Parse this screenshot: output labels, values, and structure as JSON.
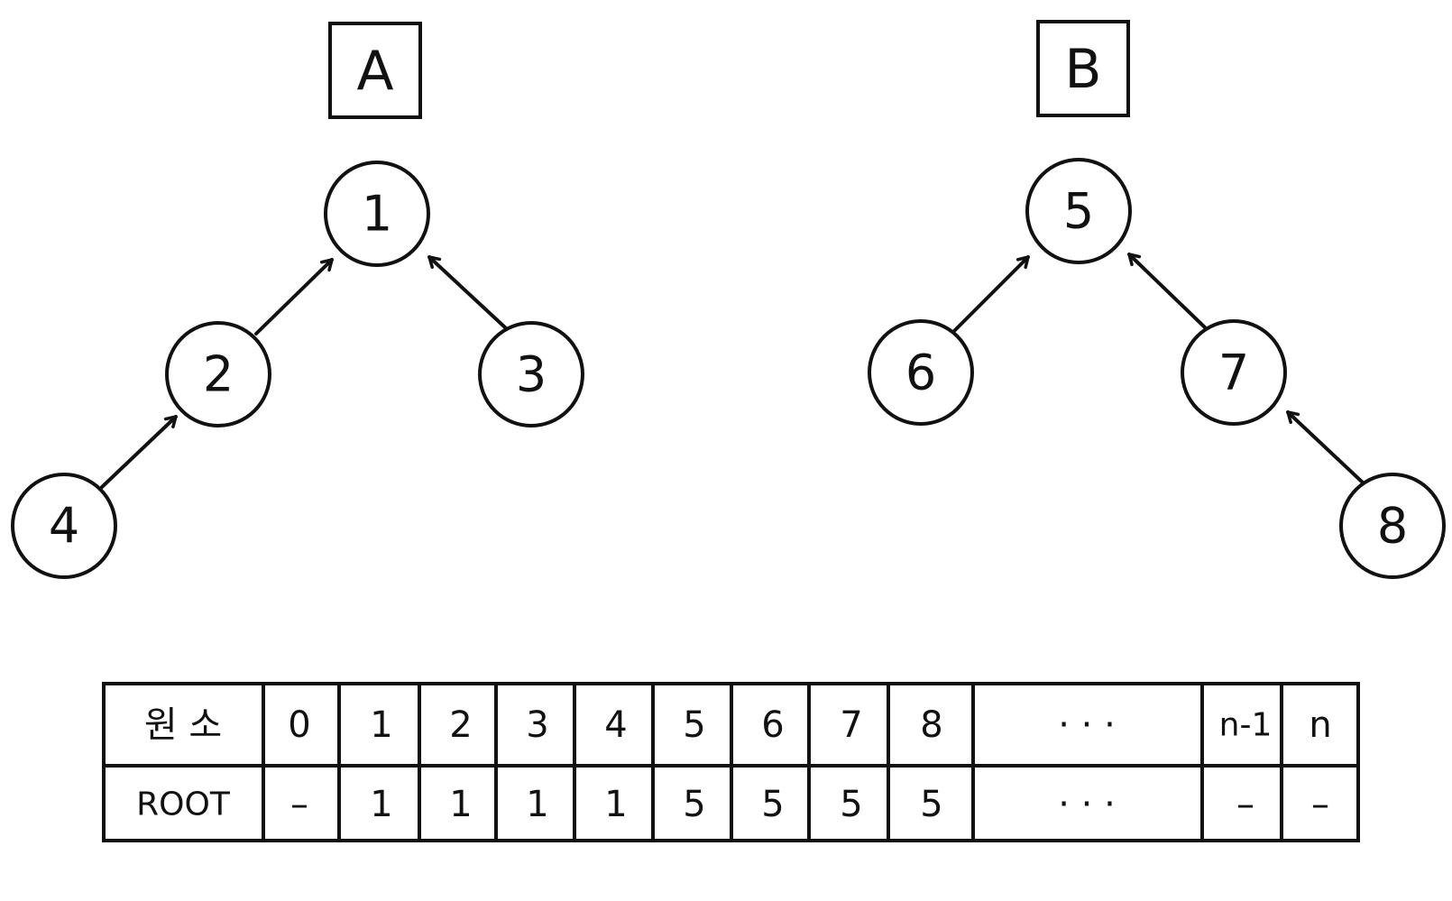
{
  "colors": {
    "ink": "#111111",
    "background": "#ffffff"
  },
  "trees": [
    {
      "id": "A",
      "label": "A",
      "nodes": [
        "1",
        "2",
        "3",
        "4"
      ],
      "edges": [
        {
          "from": "2",
          "to": "1"
        },
        {
          "from": "3",
          "to": "1"
        },
        {
          "from": "4",
          "to": "2"
        }
      ]
    },
    {
      "id": "B",
      "label": "B",
      "nodes": [
        "5",
        "6",
        "7",
        "8"
      ],
      "edges": [
        {
          "from": "6",
          "to": "5"
        },
        {
          "from": "7",
          "to": "5"
        },
        {
          "from": "8",
          "to": "7"
        }
      ]
    }
  ],
  "table": {
    "rows": [
      {
        "header": "원 소",
        "cells": [
          "0",
          "1",
          "2",
          "3",
          "4",
          "5",
          "6",
          "7",
          "8",
          "· · ·",
          "n-1",
          "n"
        ]
      },
      {
        "header": "ROOT",
        "cells": [
          "–",
          "1",
          "1",
          "1",
          "1",
          "5",
          "5",
          "5",
          "5",
          "· · ·",
          "–",
          "–"
        ]
      }
    ]
  }
}
